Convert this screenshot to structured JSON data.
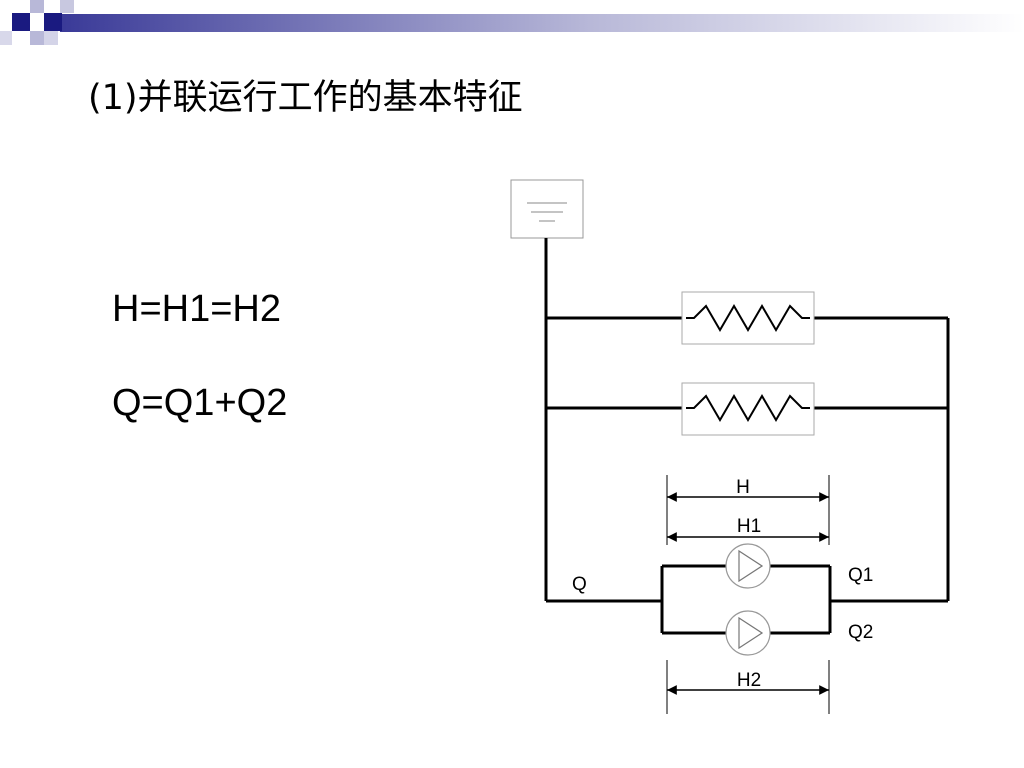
{
  "title": "(1)并联运行工作的基本特征",
  "formulas": {
    "head": "H=H1=H2",
    "flow": "Q=Q1+Q2"
  },
  "diagram": {
    "labels": {
      "H": "H",
      "H1": "H1",
      "H2": "H2",
      "Q": "Q",
      "Q1": "Q1",
      "Q2": "Q2"
    },
    "components": [
      "tank-icon",
      "heater-icon",
      "pump-icon"
    ]
  },
  "colors": {
    "corner_dark": "#1a1a80",
    "corner_light": "#a0a0cc",
    "line": "#000000"
  }
}
